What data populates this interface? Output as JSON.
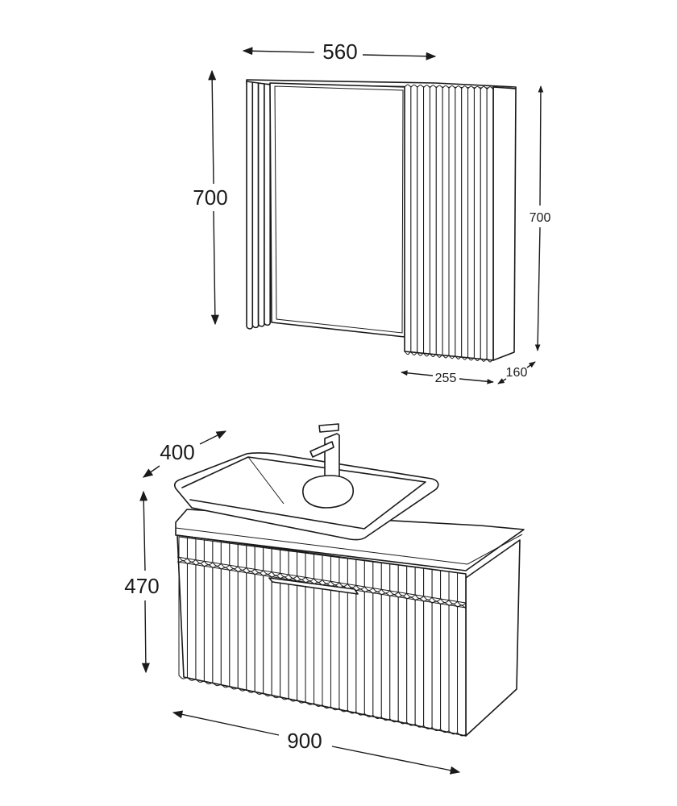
{
  "dimensions": {
    "cabinet_width": "560",
    "cabinet_height_left": "700",
    "cabinet_height_right": "700",
    "cabinet_door_width": "255",
    "cabinet_depth": "160",
    "vanity_depth": "400",
    "vanity_height": "470",
    "vanity_width": "900"
  },
  "colors": {
    "stroke": "#1a1a1a",
    "background": "#ffffff"
  }
}
